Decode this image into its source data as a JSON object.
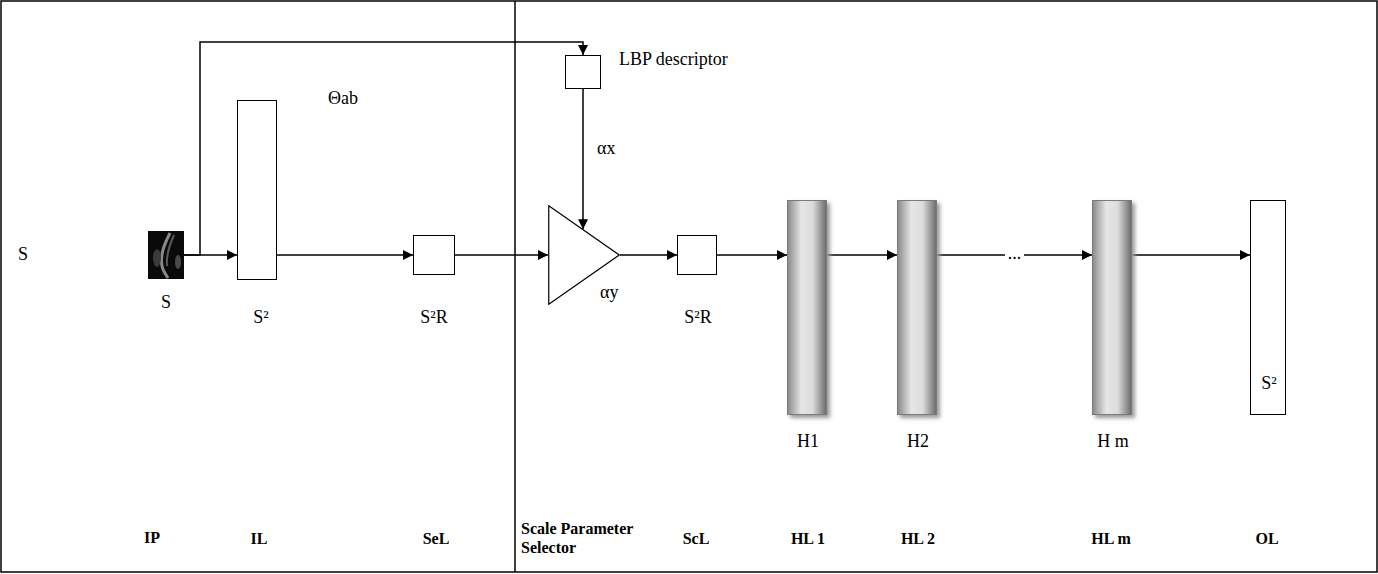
{
  "diagram": {
    "nodes": [
      {
        "text": [
          "S",
          "IP"
        ]
      },
      {
        "text": [
          "S²",
          "IL"
        ]
      },
      {
        "text": [
          "S²R",
          "SeL"
        ]
      },
      {
        "text": [
          "LBP descriptor"
        ]
      },
      {
        "text": [
          "Scale Parameter Selector"
        ]
      },
      {
        "text": [
          "S²R",
          "ScL"
        ]
      },
      {
        "text": [
          "H1",
          "HL 1"
        ]
      },
      {
        "text": [
          "H2",
          "HL 2"
        ]
      },
      {
        "text": [
          "H m",
          "HL m"
        ]
      },
      {
        "text": [
          "S²",
          "OL"
        ]
      }
    ],
    "edges": [
      {
        "from": 0,
        "to": 1,
        "arrow": "to"
      },
      {
        "from": 1,
        "to": 2,
        "arrow": "to"
      },
      {
        "from": 2,
        "to": 4,
        "arrow": "to"
      },
      {
        "from": 0,
        "to": 3,
        "arrow": "to"
      },
      {
        "from": 3,
        "to": 4,
        "arrow": "to"
      },
      {
        "from": 4,
        "to": 5,
        "arrow": "to"
      },
      {
        "from": 5,
        "to": 6,
        "arrow": "to"
      },
      {
        "from": 6,
        "to": 7,
        "arrow": "to"
      },
      {
        "from": 7,
        "to": 8,
        "label": "...",
        "arrow": "to"
      },
      {
        "from": 8,
        "to": 9,
        "arrow": "to"
      }
    ],
    "labels": [
      "S",
      "Θab",
      "αx",
      "αy"
    ]
  }
}
